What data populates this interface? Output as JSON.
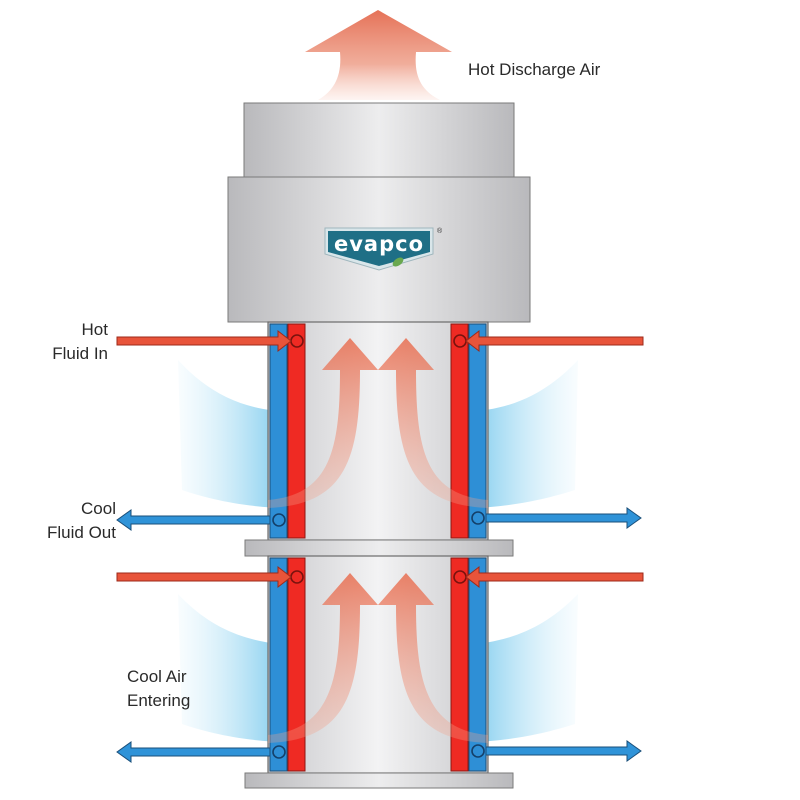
{
  "labels": {
    "hot_discharge_air": "Hot Discharge Air",
    "hot_fluid_in": [
      "Hot",
      "Fluid In"
    ],
    "cool_fluid_out": [
      "Cool",
      "Fluid Out"
    ],
    "cool_air_entering": [
      "Cool Air",
      "Entering"
    ]
  },
  "logo": {
    "text": "evapco",
    "mark": "®",
    "colors": {
      "badge": "#1f6f86",
      "badge_edge": "#d9e6ea",
      "leaf": "#6aa84f"
    }
  },
  "colors": {
    "hot": "#e8543a",
    "hot_outline": "#9e2a1a",
    "cool": "#2f93d8",
    "cool_outline": "#1a4f7a",
    "hot_air": "#e46a4e",
    "cool_air": "#7fcdf0",
    "coil_red": "#ef2a23",
    "coil_blue": "#2e8fd6",
    "housing": "#cfcfd2",
    "casing_stroke": "#6b6b6b"
  },
  "icons": {
    "hot_fluid_inlet": "arrow-right-icon",
    "cool_fluid_outlet": "arrow-left-icon",
    "discharge": "arrow-up-icon",
    "airflow": "curved-arrow-up-icon"
  }
}
